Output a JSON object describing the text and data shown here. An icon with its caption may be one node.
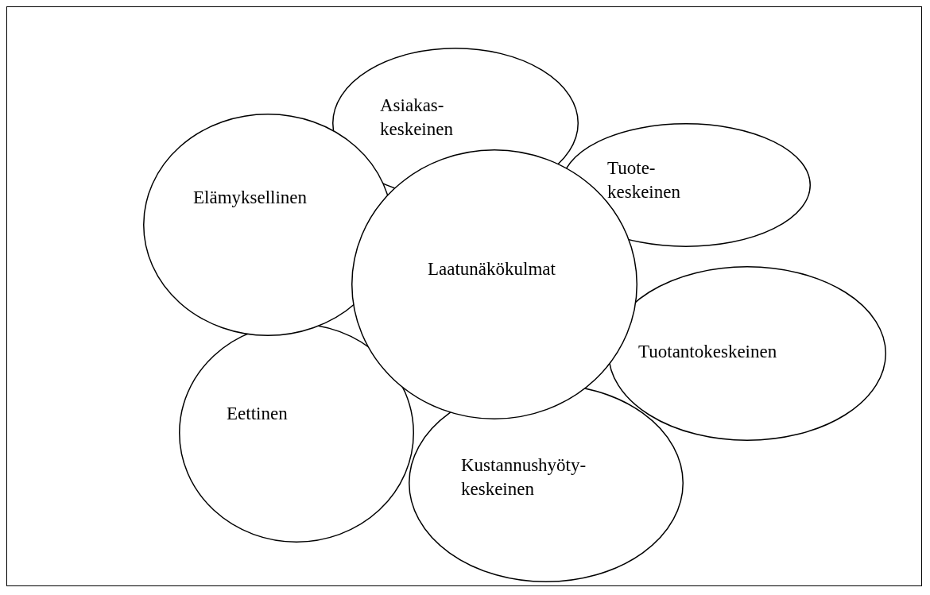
{
  "diagram": {
    "nodes": [
      {
        "text": [
          "Asiakas- keskeinen"
        ]
      },
      {
        "text": [
          "Tuote- keskeinen"
        ]
      },
      {
        "text": [
          "Elämyksellinen"
        ]
      },
      {
        "text": [
          "Laatunäkökulmat"
        ]
      },
      {
        "text": [
          "Tuotantokeskeinen"
        ]
      },
      {
        "text": [
          "Eettinen"
        ]
      },
      {
        "text": [
          "Kustannushyöty- keskeinen"
        ]
      }
    ]
  }
}
